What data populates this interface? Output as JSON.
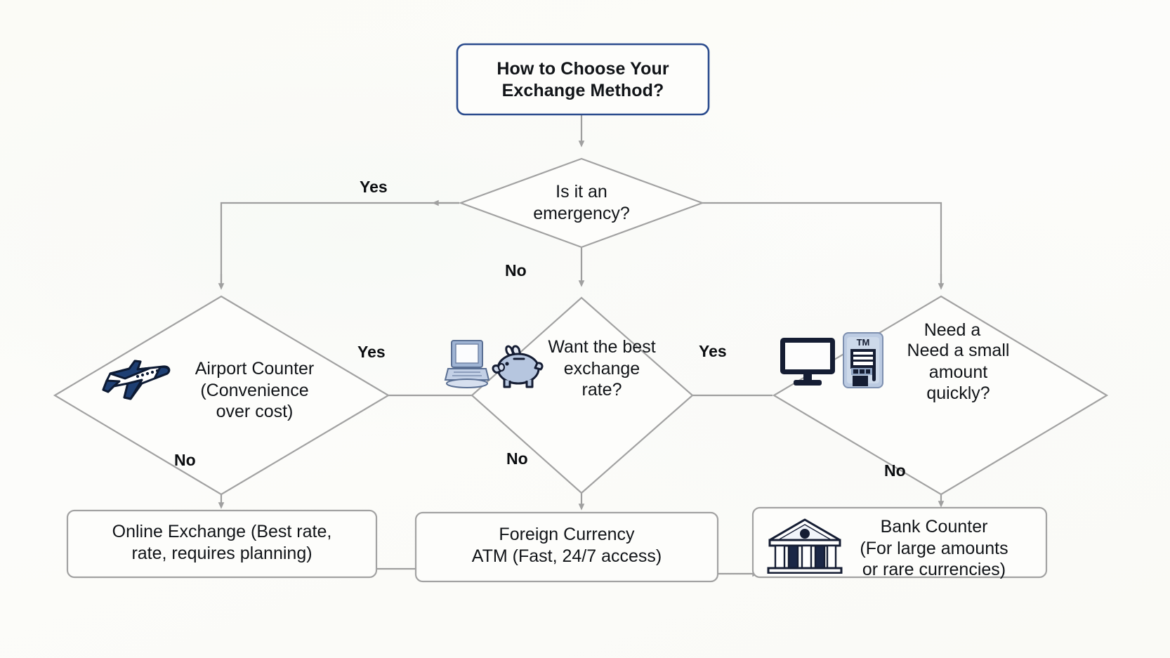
{
  "diagram": {
    "type": "flowchart",
    "background_color": "#fcfcf8",
    "connector_color": "#9a9a9a",
    "title_border_color": "#2a4b8d",
    "node_border_color": "#a8a8a8",
    "node_fill_color": "#fdfdfb",
    "text_color": "#111418"
  },
  "title_node": {
    "label": "How to Choose Your\nExchange Method?"
  },
  "decisions": [
    {
      "id": "emergency",
      "label": "Is it an\nemergency?",
      "icons": []
    },
    {
      "id": "airport",
      "label": "Airport Counter\n(Convenience\nover cost)",
      "icons": [
        "airplane-icon"
      ]
    },
    {
      "id": "best-rate",
      "label": "Want the best\nexchange\nrate?",
      "icons": [
        "laptop-icon",
        "piggy-bank-icon"
      ]
    },
    {
      "id": "small-amount",
      "label_overlap_top": "Need a",
      "label": "Need a small\namount\nquickly?",
      "icons": [
        "monitor-icon",
        "atm-machine-icon"
      ]
    }
  ],
  "outcomes": [
    {
      "id": "online-exchange",
      "label": "Online Exchange (Best rate,\nrate, requires planning)",
      "icons": []
    },
    {
      "id": "currency-atm",
      "label": "Foreign Currency\nATM (Fast, 24/7 access)",
      "icons": []
    },
    {
      "id": "bank-counter",
      "label": "Bank Counter\n(For large amounts\nor rare currencies)",
      "icons": [
        "bank-building-icon"
      ]
    }
  ],
  "edge_labels": [
    {
      "id": "emergency-yes",
      "text": "Yes"
    },
    {
      "id": "emergency-no",
      "text": "No"
    },
    {
      "id": "airport-yes",
      "text": "Yes"
    },
    {
      "id": "airport-no",
      "text": "No"
    },
    {
      "id": "bestrate-yes",
      "text": "Yes"
    },
    {
      "id": "bestrate-no",
      "text": "No"
    },
    {
      "id": "small-no",
      "text": "No"
    }
  ]
}
